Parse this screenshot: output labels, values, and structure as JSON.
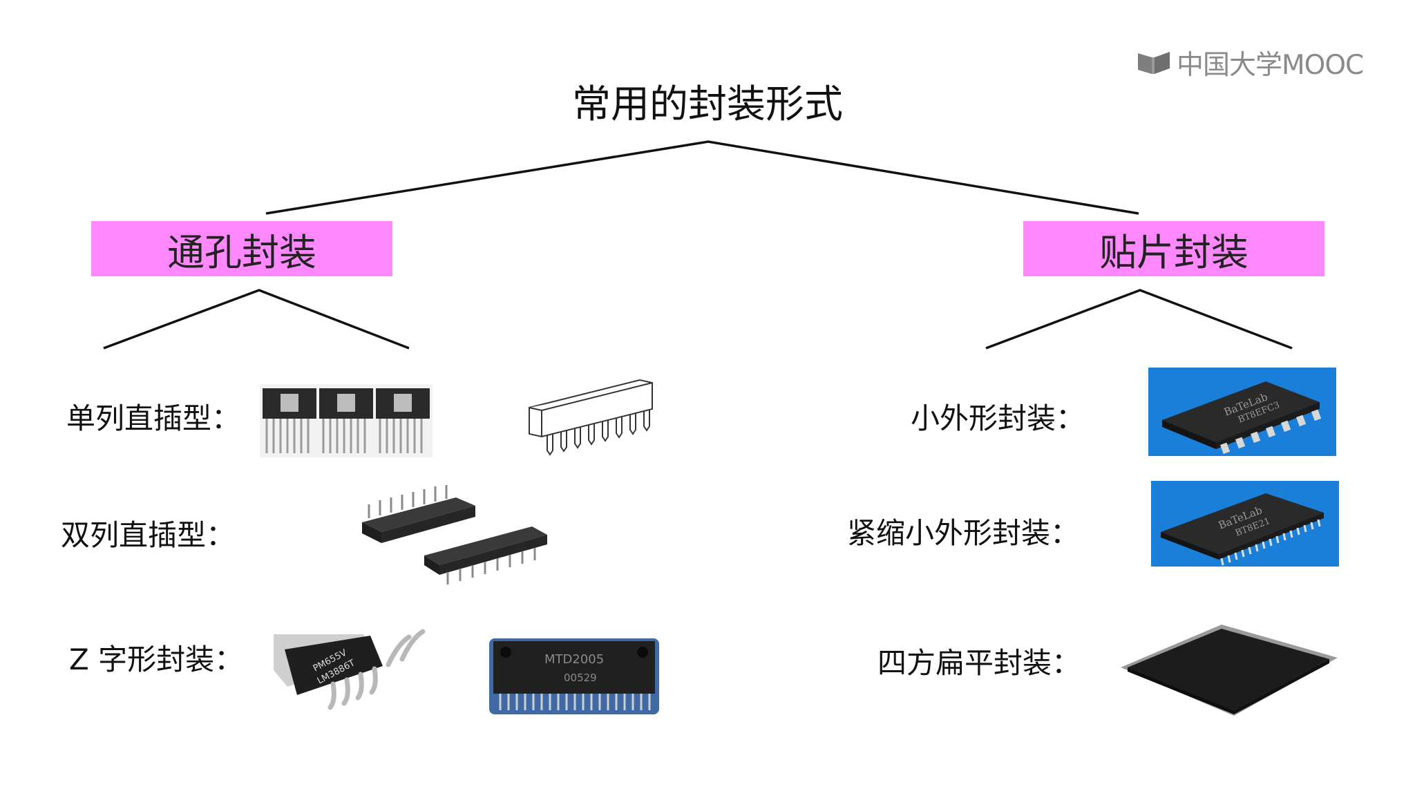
{
  "logo": {
    "text": "中国大学MOOC"
  },
  "title": "常用的封装形式",
  "categories": {
    "through_hole": {
      "label": "通孔封装"
    },
    "smd": {
      "label": "贴片封装"
    }
  },
  "through_hole_types": [
    {
      "label": "单列直插型：",
      "icons": [
        "sip-chip-image",
        "sip-resistor-network-image"
      ]
    },
    {
      "label": "双列直插型：",
      "icons": [
        "dip-chip-image"
      ]
    },
    {
      "label": "Z 字形封装：",
      "icons": [
        "zip-chip-image",
        "zip-chip-image"
      ]
    }
  ],
  "smd_types": [
    {
      "label": "小外形封装：",
      "icons": [
        "sop-chip-image"
      ]
    },
    {
      "label": "紧缩小外形封装：",
      "icons": [
        "ssop-chip-image"
      ]
    },
    {
      "label": "四方扁平封装：",
      "icons": [
        "qfp-chip-image"
      ]
    }
  ],
  "chip_markings": {
    "sop": [
      "BaTeLab",
      "BT8EFC3"
    ],
    "ssop": [
      "BaTeLab",
      "BT8E21"
    ],
    "zip_a": [
      "PM655V",
      "LM3886T"
    ],
    "zip_b": [
      "MTD2005",
      "00529"
    ]
  },
  "colors": {
    "category_fill": "#ff88ff",
    "smd_photo_bg": "#1a7fd8",
    "line": "#111111"
  }
}
